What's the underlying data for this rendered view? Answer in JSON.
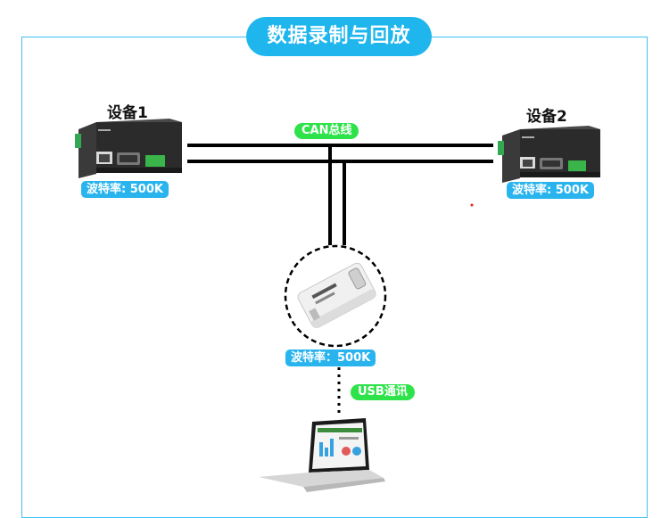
{
  "title": "数据录制与回放",
  "devices": [
    {
      "label": "设备1",
      "baud": "波特率: 500K"
    },
    {
      "label": "设备2",
      "baud": "波特率: 500K"
    }
  ],
  "bus_label": "CAN总线",
  "recorder": {
    "baud": "波特率：500K"
  },
  "usb_label": "USB通讯",
  "colors": {
    "accent_blue": "#1fb6ee",
    "frame_border": "#3ec2ef",
    "tag_green": "#2ee34a"
  }
}
